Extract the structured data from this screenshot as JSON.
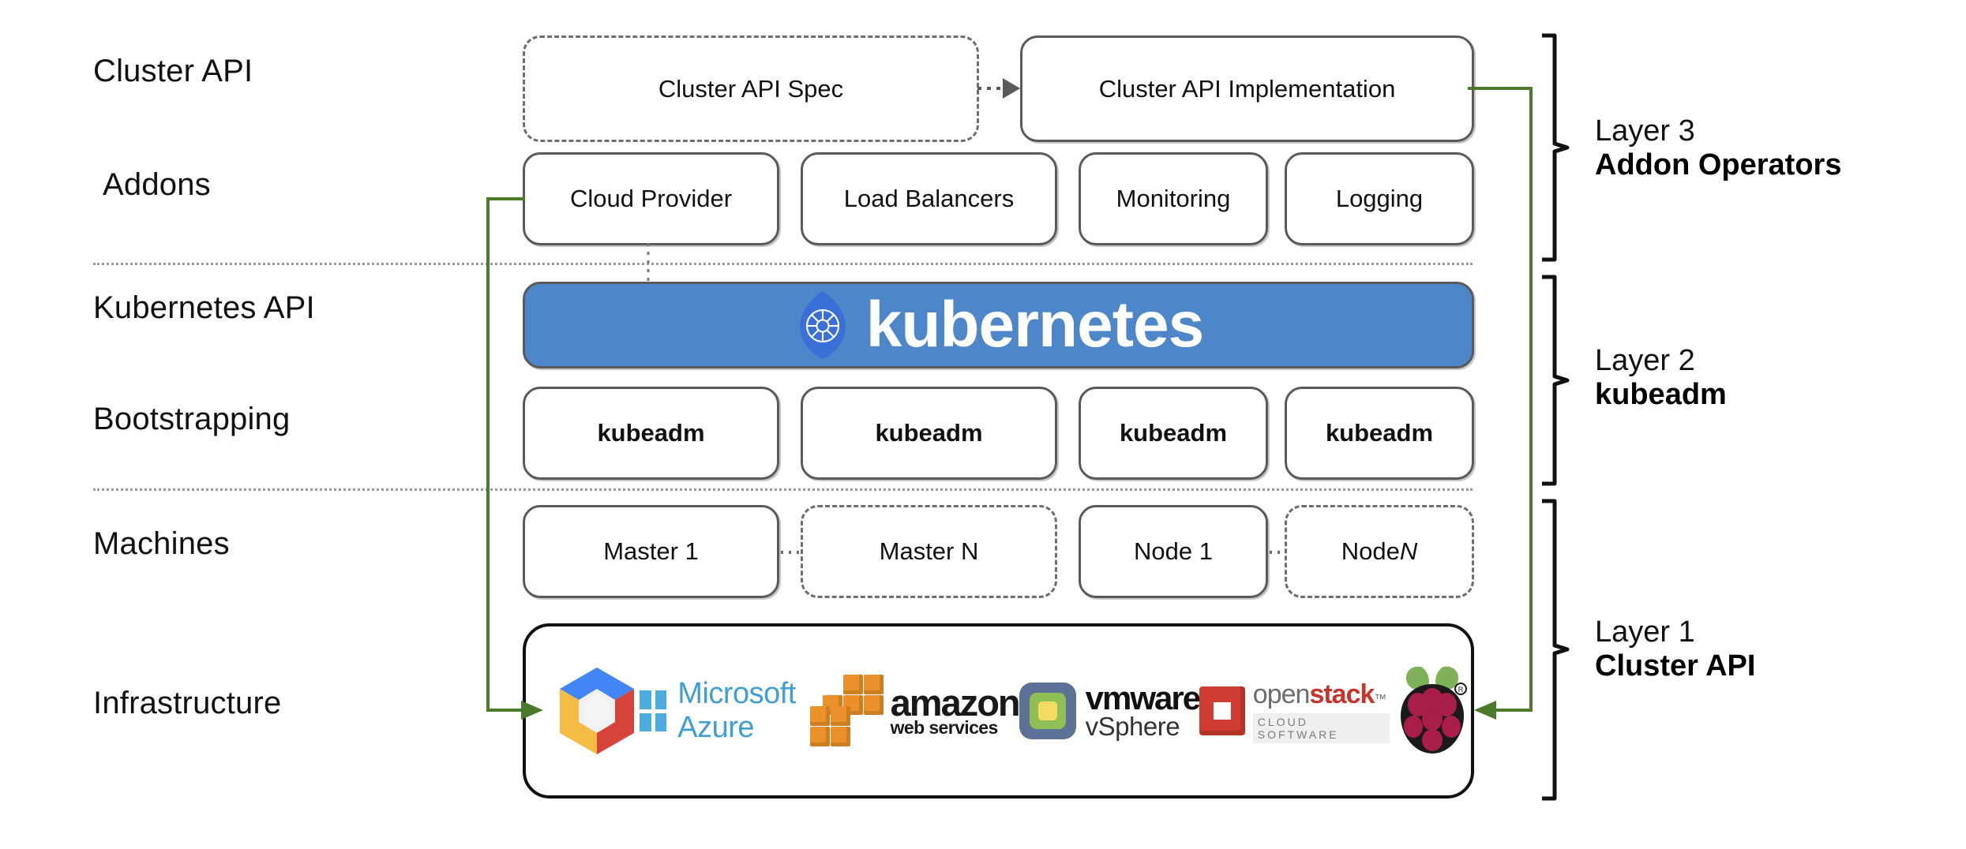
{
  "diagram": {
    "title": "Kubernetes Cluster API layered architecture",
    "accent_green": "#4a7a2a",
    "kubernetes_blue": "#4d87ca",
    "separator_color": "#9a9a9a"
  },
  "row_labels": [
    {
      "id": "cluster-api",
      "label": "Cluster API"
    },
    {
      "id": "addons",
      "label": "Addons"
    },
    {
      "id": "kubernetes-api",
      "label": "Kubernetes API"
    },
    {
      "id": "bootstrapping",
      "label": "Bootstrapping"
    },
    {
      "id": "machines",
      "label": "Machines"
    },
    {
      "id": "infrastructure",
      "label": "Infrastructure"
    }
  ],
  "cluster_api_row": {
    "spec": {
      "label": "Cluster API Spec",
      "style": "dashed"
    },
    "implementation": {
      "label": "Cluster API Implementation",
      "style": "solid"
    }
  },
  "addons_row": [
    {
      "label": "Cloud Provider",
      "style": "solid"
    },
    {
      "label": "Load Balancers",
      "style": "solid"
    },
    {
      "label": "Monitoring",
      "style": "solid"
    },
    {
      "label": "Logging",
      "style": "solid"
    }
  ],
  "kubernetes_banner": {
    "wordmark": "kubernetes",
    "logo": "kubernetes-helm-icon"
  },
  "bootstrapping_row": [
    {
      "label": "kubeadm",
      "style": "solid"
    },
    {
      "label": "kubeadm",
      "style": "solid"
    },
    {
      "label": "kubeadm",
      "style": "solid"
    },
    {
      "label": "kubeadm",
      "style": "solid"
    }
  ],
  "machines_row": [
    {
      "label": "Master 1",
      "style": "solid"
    },
    {
      "label": "Master N",
      "style": "dashed"
    },
    {
      "label": "Node 1",
      "style": "solid"
    },
    {
      "label_prefix": "Node ",
      "label_italic": "N",
      "style": "dashed"
    }
  ],
  "infrastructure_row": {
    "providers": [
      {
        "name": "google-cloud-platform-logo",
        "text": ""
      },
      {
        "name": "microsoft-azure-logo",
        "text": "Microsoft Azure"
      },
      {
        "name": "amazon-web-services-logo",
        "text_primary": "amazon",
        "text_secondary": "web services"
      },
      {
        "name": "vmware-vsphere-logo",
        "text_primary": "vmware",
        "text_secondary": "vSphere"
      },
      {
        "name": "openstack-logo",
        "text_open": "open",
        "text_stack": "stack",
        "text_tm": "™",
        "text_secondary": "CLOUD SOFTWARE"
      },
      {
        "name": "raspberry-pi-logo",
        "text": ""
      }
    ]
  },
  "layers": [
    {
      "id": "layer-3",
      "line1": "Layer 3",
      "line2": "Addon Operators"
    },
    {
      "id": "layer-2",
      "line1": "Layer 2",
      "line2": "kubeadm"
    },
    {
      "id": "layer-1",
      "line1": "Layer 1",
      "line2": "Cluster API"
    }
  ]
}
